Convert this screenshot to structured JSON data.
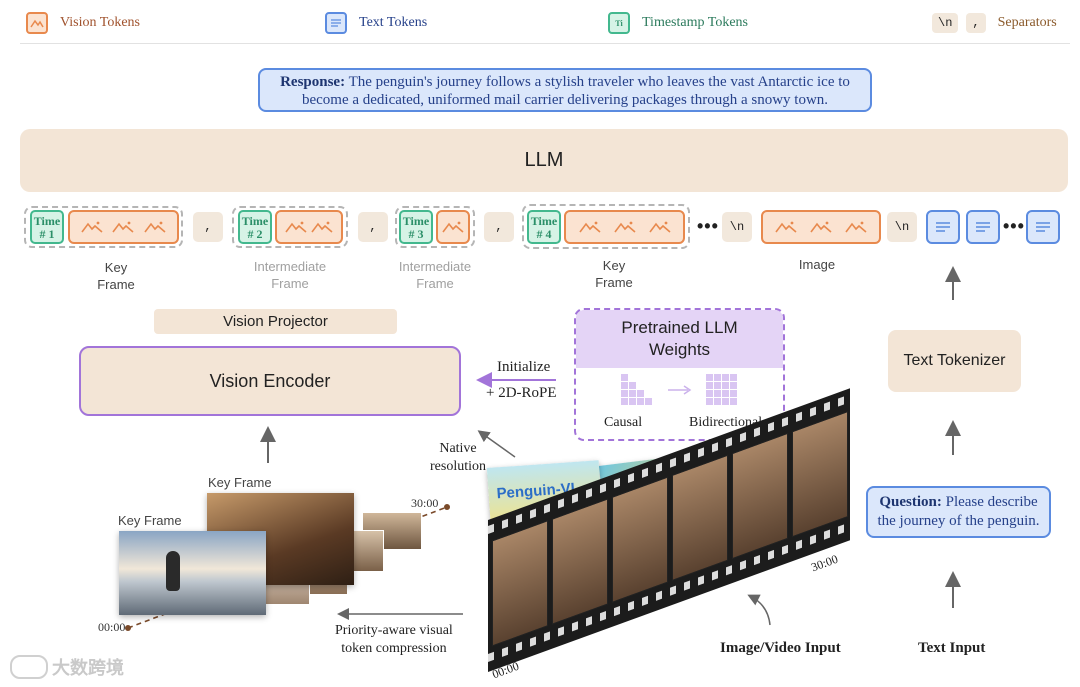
{
  "legend": {
    "vision_tokens": "Vision Tokens",
    "text_tokens": "Text Tokens",
    "timestamp_tokens": "Timestamp Tokens",
    "separators": "Separators",
    "sep_newline": "\\n",
    "sep_comma": ",",
    "ts_icon_text": "Ti"
  },
  "response": {
    "label": "Response:",
    "text": "The penguin's journey follows a stylish traveler who leaves the vast Antarctic ice to become a dedicated, uniformed mail carrier delivering packages through a snowy town."
  },
  "llm_label": "LLM",
  "tokens": {
    "time_label": "Time",
    "t1": "# 1",
    "t2": "# 2",
    "t3": "# 3",
    "t4": "# 4",
    "comma": ",",
    "newline": "\\n",
    "ellipsis": "•••"
  },
  "captions": {
    "key_frame_1_a": "Key",
    "key_frame_1_b": "Frame",
    "inter_1_a": "Intermediate",
    "inter_1_b": "Frame",
    "inter_2_a": "Intermediate",
    "inter_2_b": "Frame",
    "key_frame_2_a": "Key",
    "key_frame_2_b": "Frame",
    "image": "Image"
  },
  "vision_projector": "Vision Projector",
  "vision_encoder": "Vision Encoder",
  "pretrained": {
    "title_line1": "Pretrained LLM",
    "title_line2": "Weights",
    "causal": "Causal",
    "bidirectional": "Bidirectional"
  },
  "init": {
    "line1": "Initialize",
    "line2": "+ 2D-RoPE"
  },
  "text_tokenizer": "Text Tokenizer",
  "native_resolution": {
    "line1": "Native",
    "line2": "resolution"
  },
  "question": {
    "label": "Question:",
    "text": "Please describe the journey of the penguin."
  },
  "frames": {
    "key_frame_top": "Key Frame",
    "key_frame_bottom": "Key  Frame",
    "time_end": "30:00",
    "time_start": "00:00",
    "film_time_end": "30:00",
    "film_time_start": "00:00"
  },
  "poster_title": "Penguin-VL",
  "priority": {
    "line1": "Priority-aware visual",
    "line2": "token compression"
  },
  "image_video_input": "Image/Video Input",
  "text_input": "Text Input",
  "watermark": "大数跨境",
  "colors": {
    "vision": "#e8894d",
    "text": "#5b8be0",
    "timestamp": "#43b88e",
    "llm_fill": "#f3e5d6",
    "purple": "#a274d9"
  }
}
